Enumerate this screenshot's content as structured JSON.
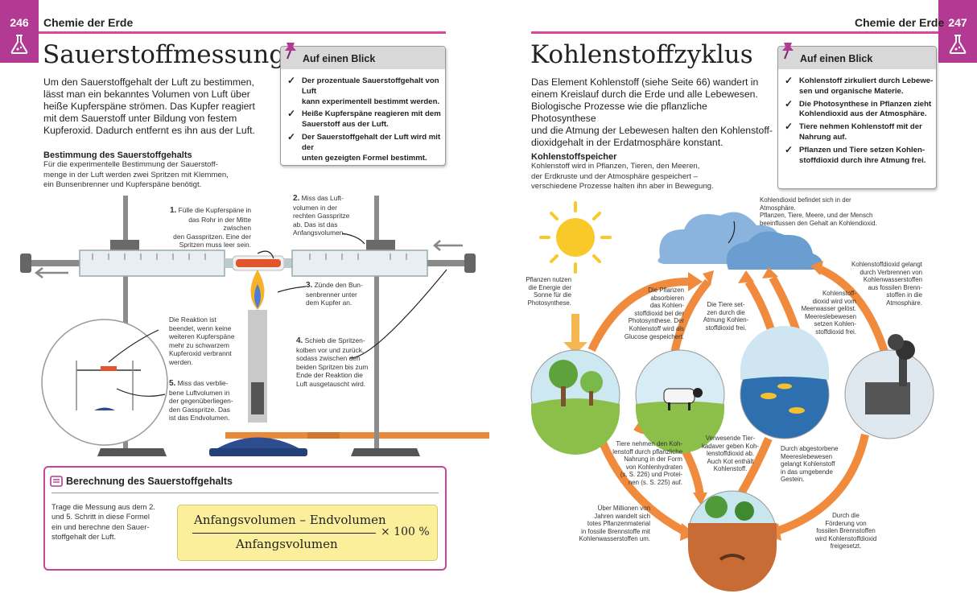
{
  "left_page": {
    "page_number": "246",
    "running_head": "Chemie der Erde",
    "title": "Sauerstoffmessung",
    "intro": [
      "Um den Sauerstoffgehalt der Luft zu bestimmen,",
      "lässt man ein bekanntes Volumen von Luft über",
      "heiße Kupferspäne strömen. Das Kupfer reagiert",
      "mit dem Sauerstoff unter Bildung von festem",
      "Kupferoxid. Dadurch entfernt es ihn aus der Luft."
    ],
    "subhead": "Bestimmung des Sauerstoffgehalts",
    "subtext": [
      "Für die experimentelle Bestimmung der Sauerstoff-",
      "menge in der Luft werden zwei Spritzen mit Klemmen,",
      "ein Bunsenbrenner und Kupferspäne benötigt."
    ],
    "glance": {
      "title": "Auf einen Blick",
      "items": [
        [
          "Der prozentuale Sauerstoffgehalt von Luft",
          "kann experimentell bestimmt werden."
        ],
        [
          "Heiße Kupferspäne reagieren mit dem",
          "Sauerstoff aus der Luft."
        ],
        [
          "Der Sauerstoffgehalt der Luft wird mit der",
          "unten gezeigten Formel bestimmt."
        ]
      ]
    },
    "steps": {
      "s1": {
        "num": "1.",
        "lines": [
          "Fülle die Kupferspäne in",
          "das Rohr in der Mitte zwischen",
          "den Gasspritzen. Eine der",
          "Spritzen muss leer sein."
        ]
      },
      "s2": {
        "num": "2.",
        "lines": [
          "Miss das Luft-",
          "volumen in der",
          "rechten Gasspritze",
          "ab. Das ist das",
          "Anfangsvolumen."
        ]
      },
      "s3": {
        "num": "3.",
        "lines": [
          "Zünde den Bun-",
          "senbrenner unter",
          "dem Kupfer an."
        ]
      },
      "s4": {
        "num": "4.",
        "lines": [
          "Schieb die Spritzen-",
          "kolben vor und zurück,",
          "sodass zwischen den",
          "beiden Spritzen bis zum",
          "Ende der Reaktion die",
          "Luft ausgetauscht wird."
        ]
      },
      "s5": {
        "num": "5.",
        "lines": [
          "Miss das verblie-",
          "bene Luftvolumen in",
          "der gegenüberliegen-",
          "den Gasspritze. Das",
          "ist das Endvolumen."
        ]
      },
      "reaction": [
        "Die Reaktion ist",
        "beendet, wenn keine",
        "weiteren Kupferspäne",
        "mehr zu schwarzem",
        "Kupferoxid verbrannt",
        "werden."
      ]
    },
    "calc": {
      "title": "Berechnung des Sauerstoffgehalts",
      "text": [
        "Trage die Messung aus dem 2.",
        "und 5. Schritt in diese Formel",
        "ein und berechne den Sauer-",
        "stoffgehalt der Luft."
      ],
      "numerator": "Anfangsvolumen – Endvolumen",
      "denominator": "Anfangsvolumen",
      "factor": "× 100 %"
    }
  },
  "right_page": {
    "page_number": "247",
    "running_head": "Chemie der Erde",
    "title": "Kohlenstoffzyklus",
    "intro": [
      "Das Element Kohlenstoff (siehe Seite 66) wandert in",
      "einem Kreislauf durch die Erde und alle Lebewesen.",
      "Biologische Prozesse wie die pflanzliche Photosynthese",
      "und die Atmung der Lebewesen halten den Kohlenstoff-",
      "dioxidgehalt in der Erdatmosphäre konstant."
    ],
    "subhead": "Kohlenstoffspeicher",
    "subtext": [
      "Kohlenstoff wird in Pflanzen, Tieren, den Meeren,",
      "der Erdkruste und der Atmosphäre gespeichert –",
      "verschiedene Prozesse halten ihn aber in Bewegung."
    ],
    "glance": {
      "title": "Auf einen Blick",
      "items": [
        [
          "Kohlenstoff zirkuliert durch Lebewe-",
          "sen und organische Materie."
        ],
        [
          "Die Photosynthese in Pflanzen zieht",
          "Kohlendioxid aus der Atmosphäre."
        ],
        [
          "Tiere nehmen Kohlenstoff mit der",
          "Nahrung auf."
        ],
        [
          "Pflanzen und Tiere setzen Kohlen-",
          "stoffdioxid durch ihre Atmung frei."
        ]
      ]
    },
    "labels": {
      "atmosphere": [
        "Kohlendioxid befindet sich in der Atmosphäre.",
        "Pflanzen, Tiere, Meere, und der Mensch",
        "beeinflussen den Gehalt an Kohlendioxid."
      ],
      "sun": [
        "Pflanzen nutzen",
        "die Energie der",
        "Sonne für die",
        "Photosynthese."
      ],
      "absorb": [
        "Die Pflanzen",
        "absorbieren",
        "das Kohlen-",
        "stoffdioxid bei der",
        "Photosynthese. Der",
        "Kohlenstoff wird als",
        "Glucose gespeichert."
      ],
      "animals_breath": [
        "Die Tiere set-",
        "zen durch die",
        "Atmung Kohlen-",
        "stoffdioxid frei."
      ],
      "sea": [
        "Kohlenstoff-",
        "dioxid wird vom",
        "Meerwasser gelöst.",
        "Meereslebewesen",
        "setzen Kohlen-",
        "stoffdioxid frei."
      ],
      "fossil_burn": [
        "Kohlenstoffdioxid gelangt",
        "durch Verbrennen von",
        "Kohlenwasserstoffen",
        "aus fossilen Brenn-",
        "stoffen in die",
        "Atmosphäre."
      ],
      "food": [
        "Tiere nehmen den Koh-",
        "lenstoff durch pflanzliche",
        "Nahrung in der Form",
        "von Kohlenhydraten",
        "(s. S. 226) und Protei-",
        "nen (s. S. 225) auf."
      ],
      "decay": [
        "Verwesende Tier-",
        "kadaver geben Koh-",
        "lenstoffdioxid ab.",
        "Auch Kot enthält",
        "Kohlenstoff."
      ],
      "dead_sea": [
        "Durch abgestorbene",
        "Meereslebewesen",
        "gelangt Kohlenstoff",
        "in das umgebende",
        "Gestein."
      ],
      "millions": [
        "Über Millionen von",
        "Jahren wandelt sich",
        "totes Pflanzenmaterial",
        "in fossile Brennstoffe mit",
        "Kohlenwasserstoffen um."
      ],
      "extraction": [
        "Durch die",
        "Förderung von",
        "fossilen Brennstoffen",
        "wird Kohlenstoffdioxid",
        "freigesetzt."
      ]
    }
  },
  "colors": {
    "accent": "#b23a92",
    "rule": "#d9469b",
    "arrow": "#f08a3c",
    "formula_bg": "#fcef9c"
  }
}
